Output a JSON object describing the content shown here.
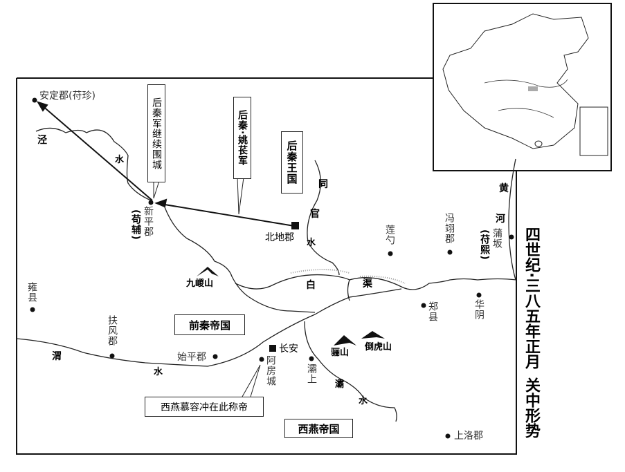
{
  "title": {
    "main": "四世纪·三八五年正月",
    "sub": "关中形势"
  },
  "kingdoms": {
    "later_qin": "后秦王国",
    "former_qin": "前秦帝国",
    "western_yan": "西燕帝国"
  },
  "callouts": {
    "siege": "后秦军继续围城",
    "yao_army": "后秦·姚苌军",
    "murong": "西燕慕容冲在此称帝"
  },
  "places": {
    "anding": "安定郡(苻珍)",
    "xinping": "新平郡",
    "xinping_note": "(苟辅)",
    "beidi": "北地郡",
    "lianshao": "莲勺",
    "fengyi": "冯翊郡",
    "puban": "蒲坂",
    "puban_note": "(苻熙)",
    "yongxian": "雍县",
    "zhengxian": "郑县",
    "huayin": "华阴",
    "fufeng": "扶风郡",
    "shiping": "始平郡",
    "changan": "长安",
    "epang": "阿房城",
    "bashang": "灞上",
    "shangluo": "上洛郡"
  },
  "mountains": {
    "jiuzong": "九嵕山",
    "li": "骊山",
    "daohu": "倒虎山"
  },
  "rivers": {
    "jing": "泾",
    "jing_shui": "水",
    "tong": "同",
    "guan": "官",
    "tongguan_shui": "水",
    "huang": "黄",
    "he": "河",
    "bai": "白",
    "qu": "渠",
    "wei": "渭",
    "wei_shui": "水",
    "ba": "灞",
    "ba_shui": "水"
  }
}
